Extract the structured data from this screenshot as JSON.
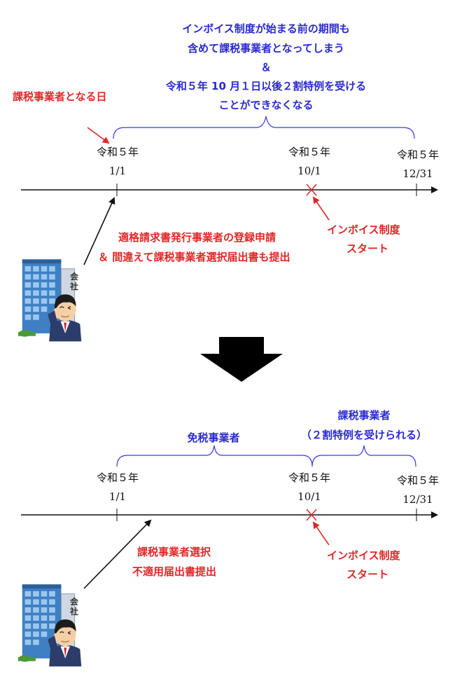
{
  "top": {
    "note_lines": [
      "インボイス制度が始まる前の期間も",
      "含めて課税事業者となってしまう",
      "＆",
      "令和５年 10 月１日以後２割特例を受ける",
      "ことができなくなる"
    ],
    "taxable_day_label": "課税事業者となる日",
    "dates": [
      {
        "era": "令和５年",
        "day": "1/1"
      },
      {
        "era": "令和５年",
        "day": "10/1"
      },
      {
        "era": "令和５年",
        "day": "12/31"
      }
    ],
    "invoice_start": [
      "インボイス制度",
      "スタート"
    ],
    "action_lines": [
      "適格請求書発行事業者の登録申請",
      "＆ 間違えて課税事業者選択届出書も提出"
    ]
  },
  "bottom": {
    "exempt_label": "免税事業者",
    "taxable_label": "課税事業者",
    "taxable_sub_label": "（２割特例を受けられる）",
    "dates": [
      {
        "era": "令和５年",
        "day": "1/1"
      },
      {
        "era": "令和５年",
        "day": "10/1"
      },
      {
        "era": "令和５年",
        "day": "12/31"
      }
    ],
    "invoice_start": [
      "インボイス制度",
      "スタート"
    ],
    "action_lines": [
      "課税事業者選択",
      "不適用届出書提出"
    ]
  },
  "building_sign": [
    "会",
    "社"
  ],
  "colors": {
    "blue_text": "#2a2ad0",
    "red_text": "#e02828",
    "brace": "#3a3ae0",
    "timeline": "#111111"
  }
}
